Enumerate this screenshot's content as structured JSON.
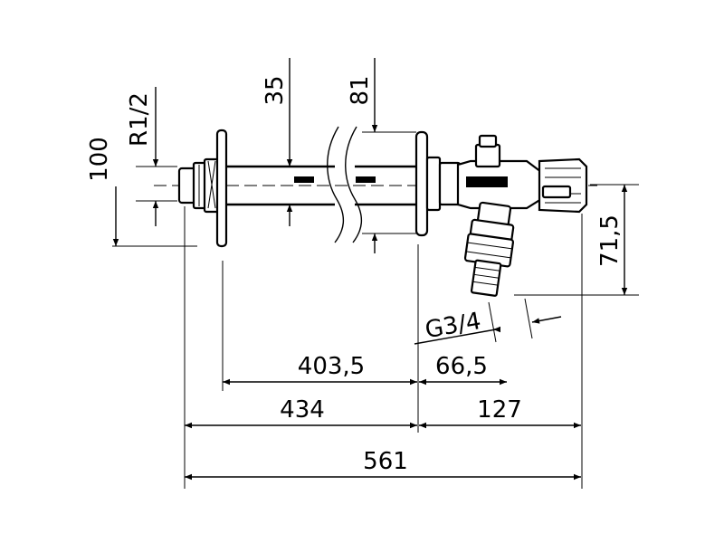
{
  "dimensions": {
    "overall_length": "561",
    "wall_section": "434",
    "valve_section": "127",
    "pipe_inner_length": "403,5",
    "valve_offset": "66,5",
    "height_100": "100",
    "thread_inlet": "R1/2",
    "diameter_35": "35",
    "diameter_81": "81",
    "hose_drop": "71,5",
    "hose_thread": "G3/4"
  },
  "colors": {
    "line": "#000000",
    "background": "#ffffff"
  }
}
